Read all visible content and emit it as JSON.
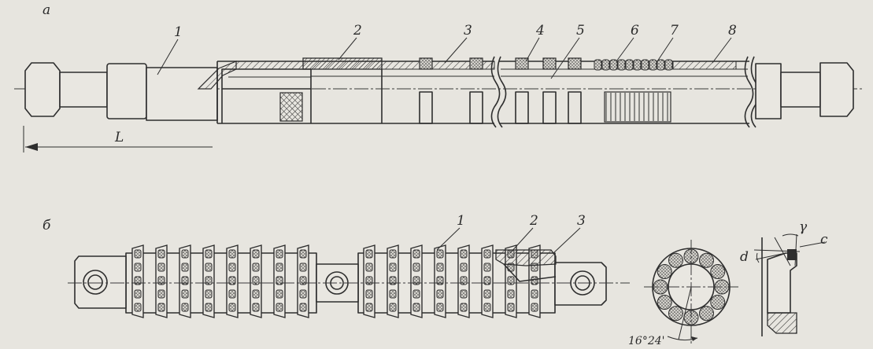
{
  "figure": {
    "panel_a": {
      "label": "а",
      "parts": [
        "1",
        "2",
        "3",
        "4",
        "5",
        "6",
        "7",
        "8"
      ],
      "length_label": "L"
    },
    "panel_b": {
      "label": "б",
      "parts": [
        "1",
        "2",
        "3"
      ],
      "angle_label": "16°24'",
      "profile_labels": {
        "gamma": "γ",
        "c": "c",
        "d": "d"
      }
    }
  },
  "colors": {
    "paper": "#e7e5df",
    "ink": "#2e2e2e"
  }
}
